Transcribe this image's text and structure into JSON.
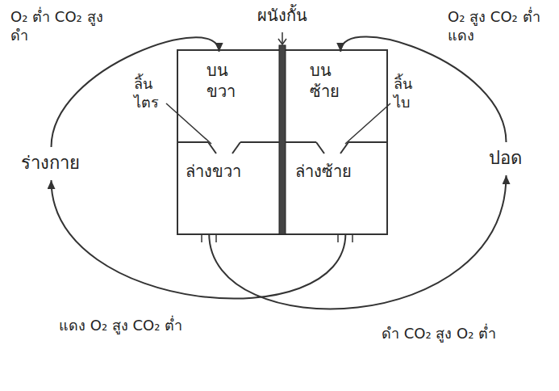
{
  "diagram": {
    "nodes": [
      {
        "text": [
          "ร่างกาย"
        ]
      },
      {
        "text": [
          "บน ขวา"
        ]
      },
      {
        "text": [
          "บน ซ้าย"
        ]
      },
      {
        "text": [
          "ล่างขวา"
        ]
      },
      {
        "text": [
          "ล่างซ้าย"
        ]
      },
      {
        "text": [
          "ปอด"
        ]
      }
    ],
    "edges": [
      {
        "from": 0,
        "to": 1,
        "arrow": "to",
        "label": "O₂ ต่ำ CO₂ สูง ดำ"
      },
      {
        "from": 5,
        "to": 2,
        "arrow": "to",
        "label": "O₂ สูง CO₂ ต่ำ แดง"
      },
      {
        "from": 4,
        "to": 0,
        "arrow": "to",
        "label": "แดง O₂ สูง CO₂ ต่ำ"
      },
      {
        "from": 3,
        "to": 5,
        "arrow": "to",
        "label": "ดำ CO₂ สูง O₂ ต่ำ"
      }
    ],
    "labels": [
      "ผนังกั้น",
      "ลิ้น ไตร",
      "ลิ้น ไบ"
    ]
  }
}
